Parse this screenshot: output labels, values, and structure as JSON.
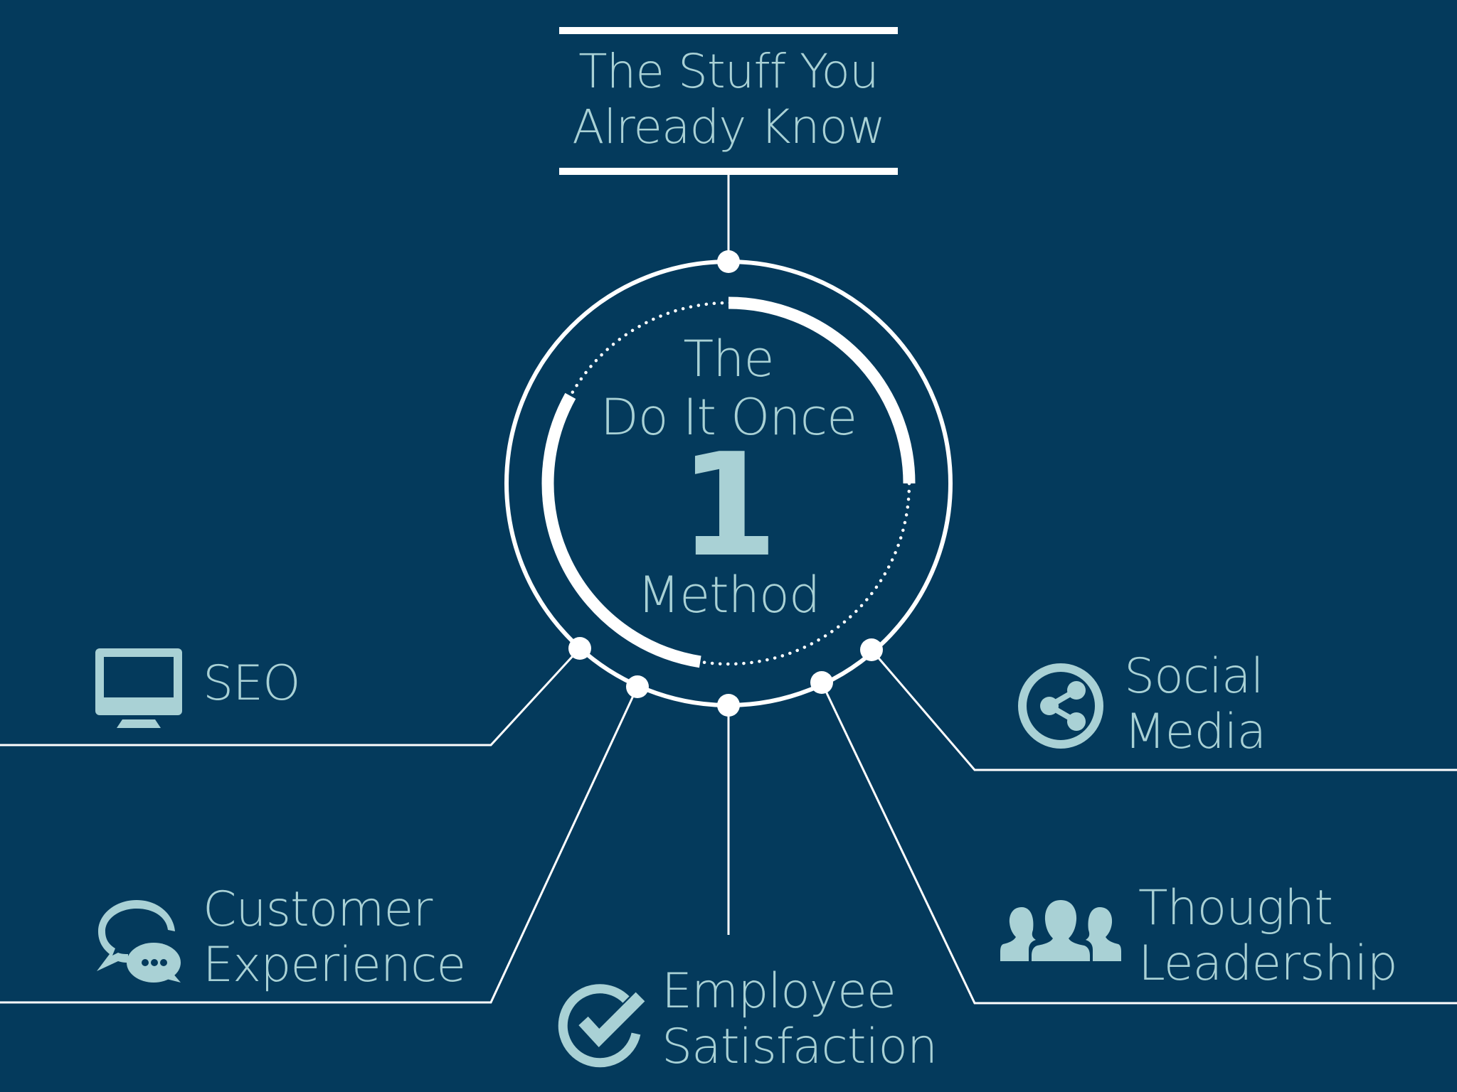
{
  "colors": {
    "background": "#043A5C",
    "text": "#A9D1D5",
    "lines": "#FFFFFF",
    "icon": "#A9D1D5"
  },
  "header": {
    "title_line1": "The Stuff You",
    "title_line2": "Already Know"
  },
  "center": {
    "line1": "The",
    "line2": "Do It Once",
    "number": "1",
    "line3": "Method",
    "progress_arcs": [
      {
        "start_deg": 0,
        "end_deg": 90,
        "style": "solid"
      },
      {
        "start_deg": 189,
        "end_deg": 299,
        "style": "solid"
      }
    ]
  },
  "branches": [
    {
      "id": "seo",
      "icon": "monitor-icon",
      "line1": "SEO",
      "line2": ""
    },
    {
      "id": "customer-experience",
      "icon": "chat-bubbles-icon",
      "line1": "Customer",
      "line2": "Experience"
    },
    {
      "id": "employee-satisfaction",
      "icon": "check-circle-icon",
      "line1": "Employee",
      "line2": "Satisfaction"
    },
    {
      "id": "thought-leadership",
      "icon": "group-icon",
      "line1": "Thought",
      "line2": "Leadership"
    },
    {
      "id": "social-media",
      "icon": "share-icon",
      "line1": "Social",
      "line2": "Media"
    }
  ]
}
